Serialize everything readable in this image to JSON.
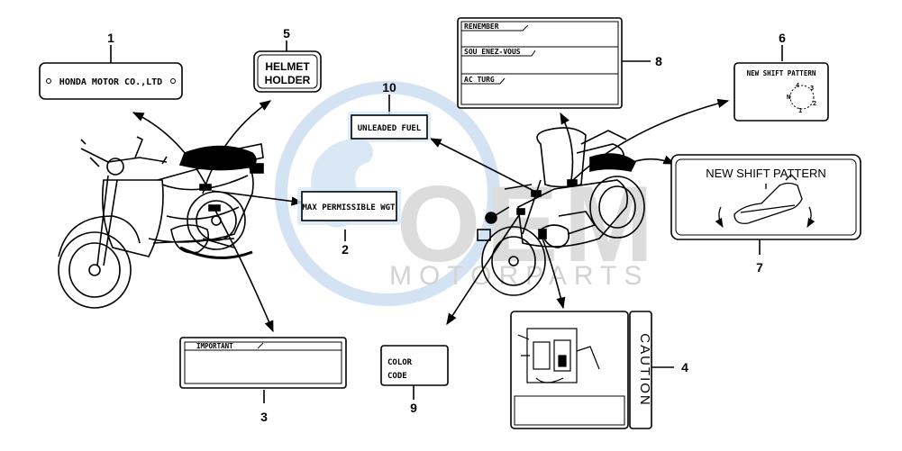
{
  "colors": {
    "ink": "#000000",
    "watermark_blue": "#cfe0f3",
    "watermark_gray": "#dcdcdc",
    "label_glow": "#d4e8f8"
  },
  "watermark": {
    "brand": "OEM",
    "subtitle": "MOTORPARTS"
  },
  "callouts": [
    {
      "number": "1"
    },
    {
      "number": "2"
    },
    {
      "number": "3"
    },
    {
      "number": "4"
    },
    {
      "number": "5"
    },
    {
      "number": "6"
    },
    {
      "number": "7"
    },
    {
      "number": "8"
    },
    {
      "number": "9"
    },
    {
      "number": "10"
    }
  ],
  "labels": {
    "honda_plate": "HONDA MOTOR CO.,LTD",
    "helmet_line1": "HELMET",
    "helmet_line2": "HOLDER",
    "unleaded": "UNLEADED FUEL",
    "max_weight": "MAX PERMISSIBLE WGT",
    "important": "IMPORTANT",
    "remember_rows": [
      "RENEMBER",
      "SOU ENEZ-VOUS",
      "AC TURG"
    ],
    "shift_small": "NEW SHIFT PATTERN",
    "shift_small_digits": [
      "4",
      "3",
      "N",
      "2",
      "1"
    ],
    "shift_big": "NEW SHIFT PATTERN",
    "color_line1": "COLOR",
    "color_line2": "CODE",
    "caution": "CAUTION"
  }
}
